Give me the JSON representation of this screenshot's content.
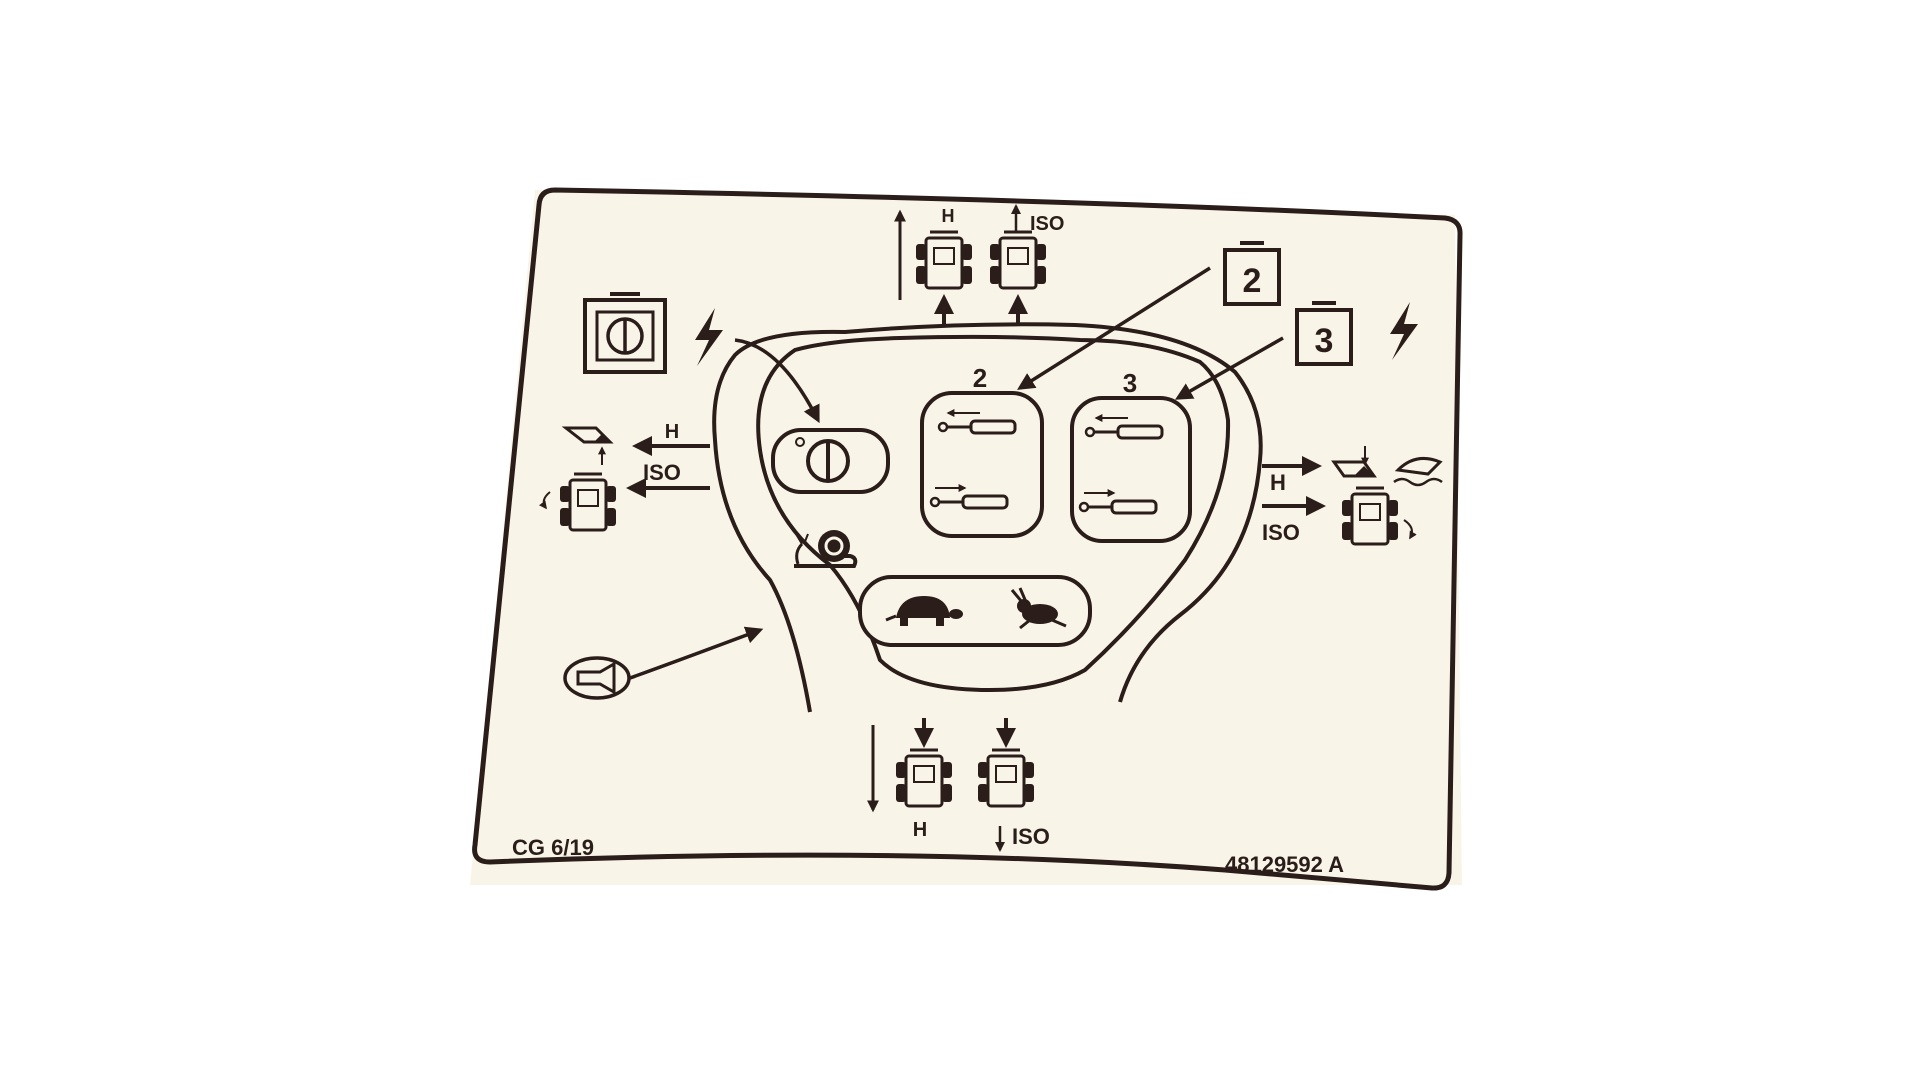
{
  "colors": {
    "ink": "#2a1d1a",
    "paper": "#f8f5e8",
    "background": "#ffffff"
  },
  "decal": {
    "footer_left": "CG 6/19",
    "footer_right": "48129592 A"
  },
  "labels": {
    "top_h": "H",
    "top_iso": "ISO",
    "left_h": "H",
    "left_iso": "ISO",
    "right_h": "H",
    "right_iso": "ISO",
    "bottom_h": "H",
    "bottom_iso": "ISO",
    "button_2": "2",
    "button_3": "3",
    "callout_2": "2",
    "callout_3": "3"
  },
  "icons": [
    "key-switch-icon",
    "lightning-icon",
    "battery-key-icon",
    "battery-2-icon",
    "battery-3-icon",
    "tractor-icon",
    "snail-icon",
    "turtle-icon",
    "rabbit-icon",
    "horn-icon",
    "hydraulic-cylinder-icon",
    "loader-bucket-icon"
  ]
}
